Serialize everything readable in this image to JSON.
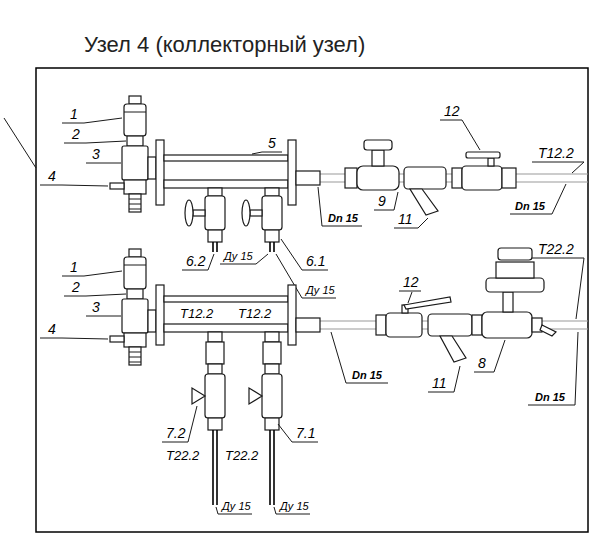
{
  "diagram": {
    "title": "Узел 4 (коллекторный узел)",
    "labels": [
      "1",
      "2",
      "3",
      "4",
      "12",
      "5",
      "T12.2",
      "9",
      "Dn 15",
      "Dn 15",
      "11",
      "T22.2",
      "Ду 15",
      "6.2",
      "6.1",
      "1",
      "12",
      "2",
      "Ду 15",
      "3",
      "T12.2",
      "T12.2",
      "4",
      "8",
      "Dn 15",
      "11",
      "Dn 15",
      "7.2",
      "7.1",
      "T22.2",
      "T22.2",
      "Ду 15",
      "Ду 15"
    ]
  }
}
